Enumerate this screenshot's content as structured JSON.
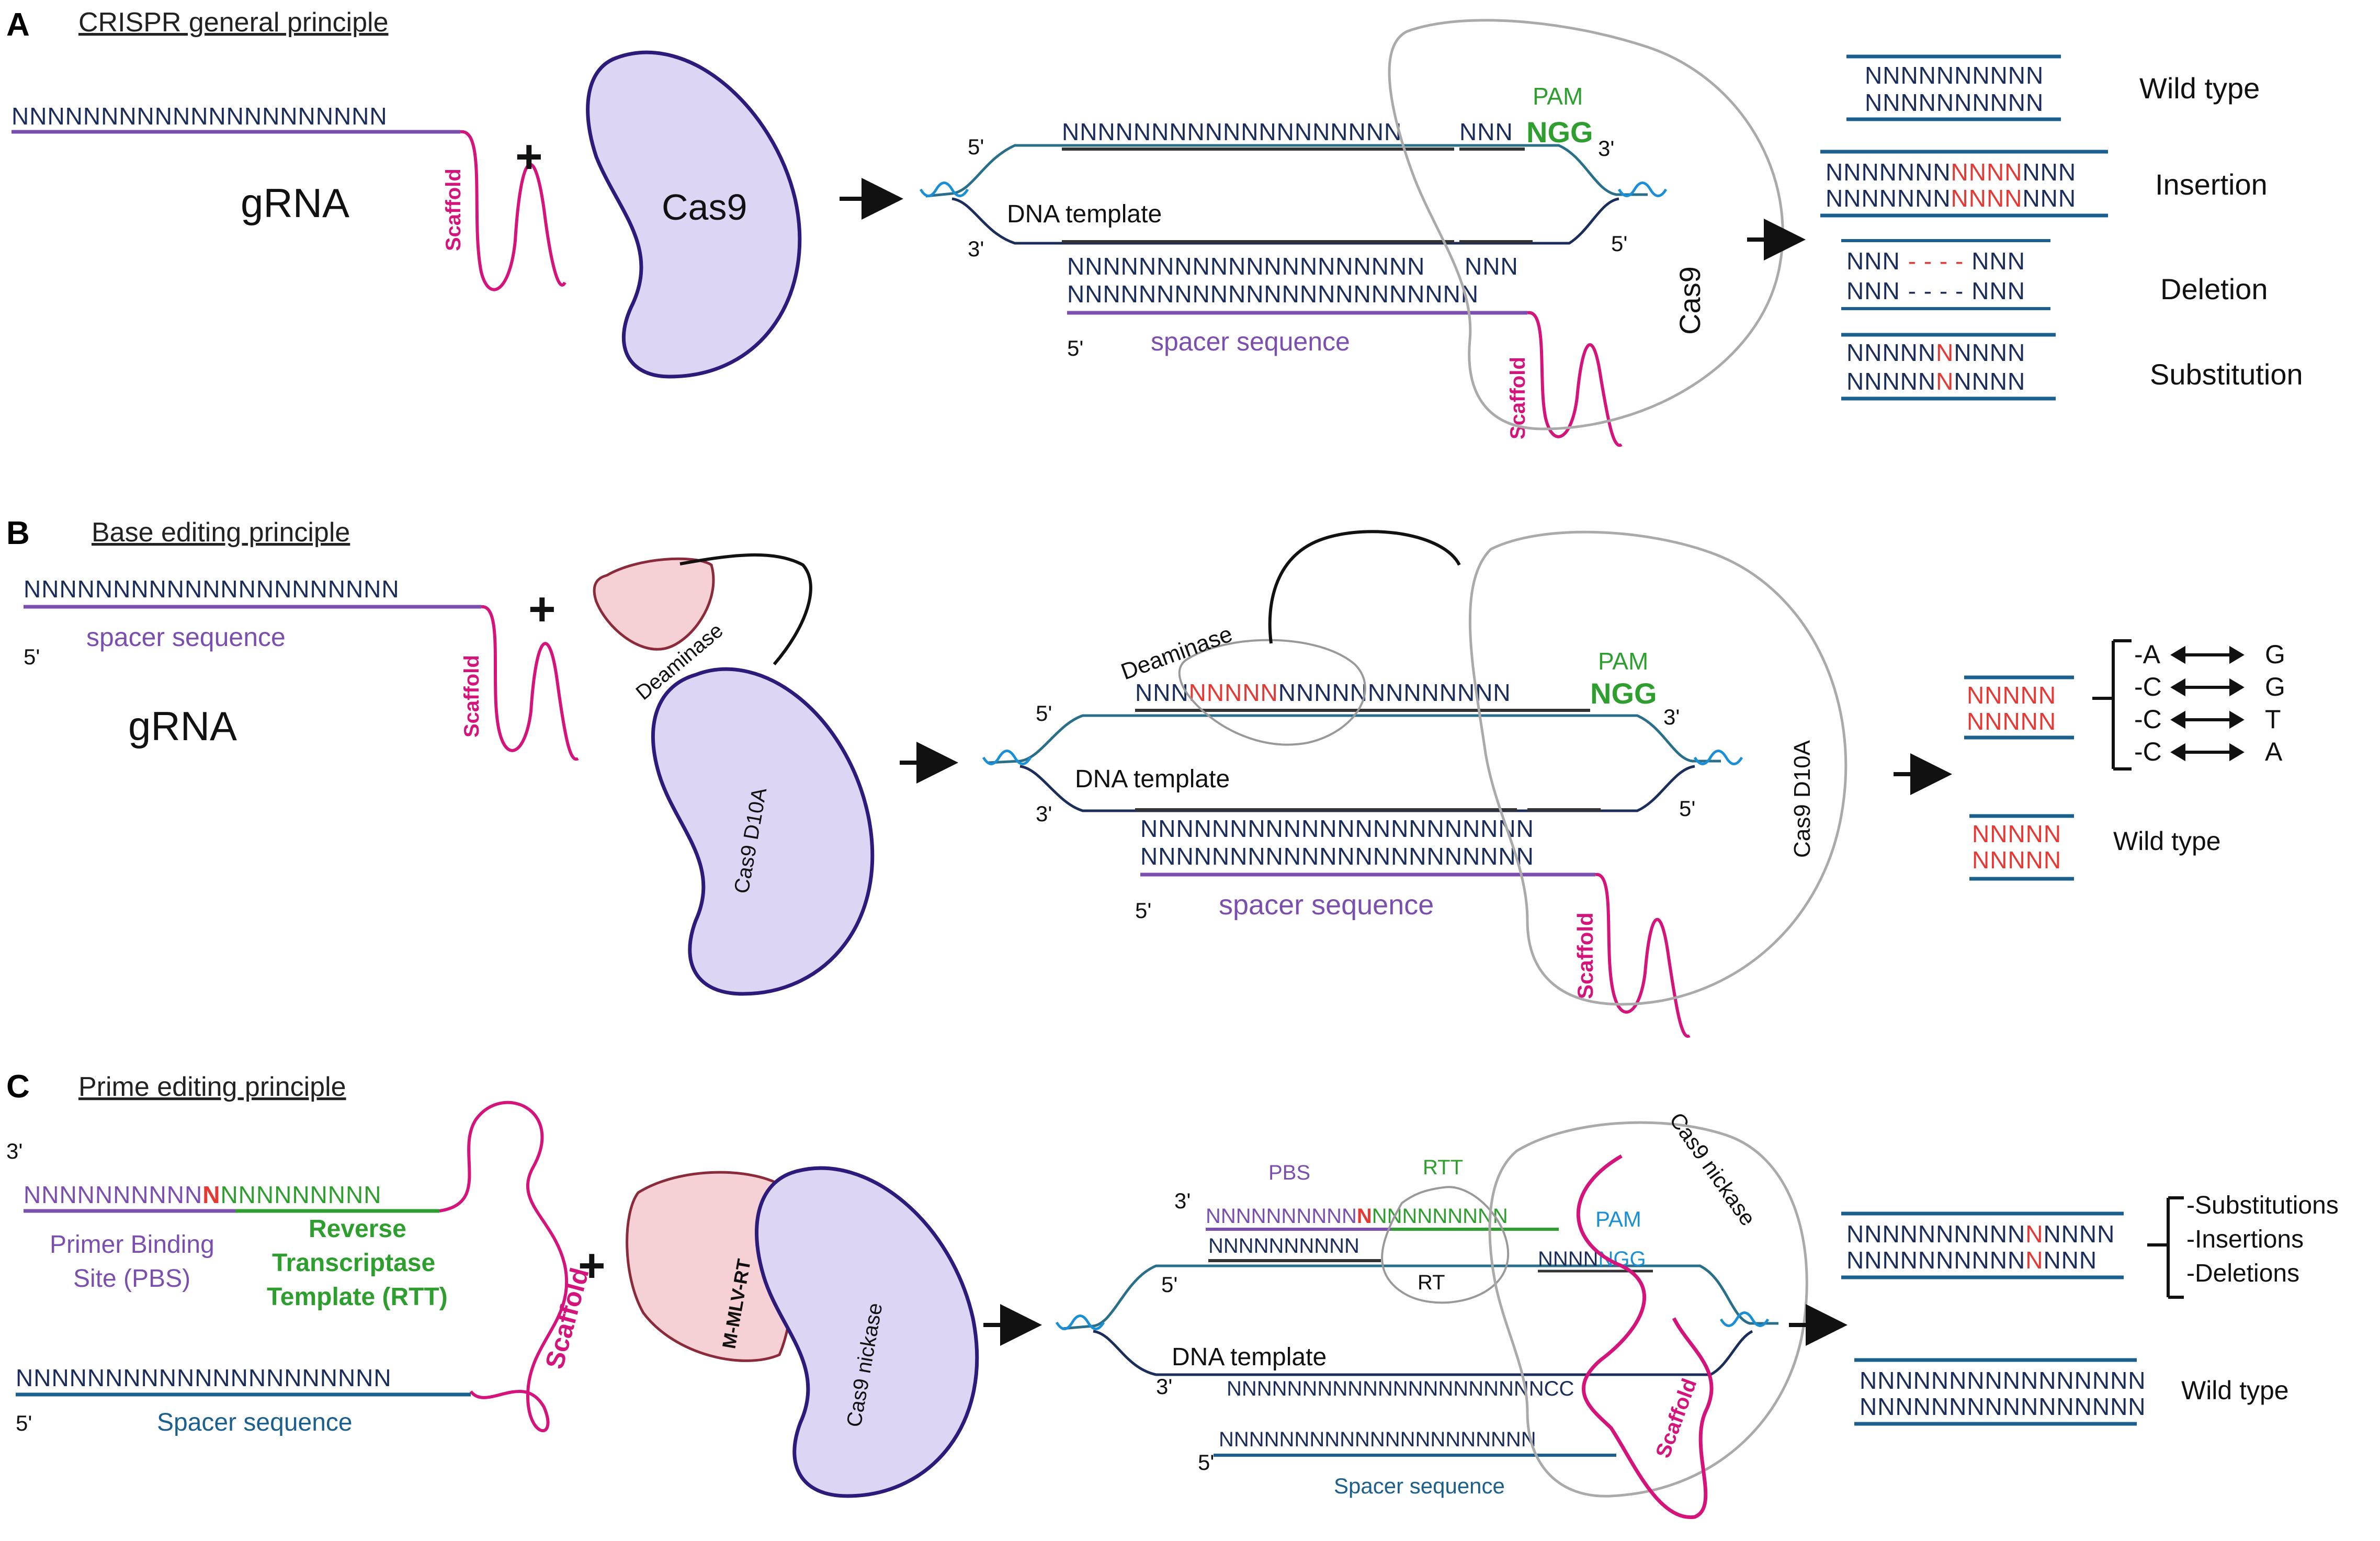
{
  "panelA": {
    "letter": "A",
    "title": "CRISPR general principle",
    "grna_seq": "NNNNNNNNNNNNNNNNNNNNN",
    "grna_label": "gRNA",
    "scaffold": "Scaffold",
    "plus": "+",
    "cas9": "Cas9",
    "pam": "PAM",
    "ngg": "NGG",
    "top_seq": "NNNNNNNNNNNNNNNNNNN",
    "top_seq2": "NNN",
    "bottom_seq1": "NNNNNNNNNNNNNNNNNNNN",
    "bottom_seq1b": "NNN",
    "bottom_seq2": "NNNNNNNNNNNNNNNNNNNNNNN",
    "five_prime": "5'",
    "three_prime": "3'",
    "dna_template": "DNA template",
    "spacer": "spacer sequence",
    "scaffold2": "Scaffold",
    "cas9_side": "Cas9",
    "outcomes": {
      "wt_top": "NNNNNNNNNN",
      "wt_bot": "NNNNNNNNNN",
      "wt_label": "Wild type",
      "ins_a": "NNNNNNN",
      "ins_red": "NNNN",
      "ins_b": "NNN",
      "ins_label": "Insertion",
      "del_a": "NNN",
      "del_gap": "- - - -",
      "del_b": "NNN",
      "del_label": "Deletion",
      "sub_a": "NNNNN",
      "sub_red": "N",
      "sub_b": "NNNN",
      "sub_label": "Substitution"
    }
  },
  "panelB": {
    "letter": "B",
    "title": "Base editing principle",
    "grna_seq": "NNNNNNNNNNNNNNNNNNNNN",
    "spacer": "spacer sequence",
    "five_prime": "5'",
    "three_prime": "3'",
    "grna_label": "gRNA",
    "scaffold": "Scaffold",
    "plus": "+",
    "deaminase": "Deaminase",
    "cas9_d10a": "Cas9  D10A",
    "top_a": "NNN",
    "top_red": "NNNNN",
    "top_b": "NNNNNNNNNNNNN",
    "ngg": "NGG",
    "pam": "PAM",
    "dna_template": "DNA template",
    "bottom1": "NNNNNNNNNNNNNNNNNNNNNN",
    "bottom2": "NNNNNNNNNNNNNNNNNNNNNN",
    "spacer2": "spacer sequence",
    "scaffold2": "Scaffold",
    "deaminase2": "Deaminase",
    "cas9_side": "Cas9  D10A",
    "result_top": "NNNNN",
    "result_bot": "NNNNN",
    "wt_top": "NNNNN",
    "wt_bot": "NNNNN",
    "wt_label": "Wild  type",
    "conversions": [
      "-A",
      "-C",
      "-C",
      "-C"
    ],
    "conversion_targets": [
      "G",
      "G",
      "T",
      "A"
    ]
  },
  "panelC": {
    "letter": "C",
    "title": "Prime editing principle",
    "three_prime": "3'",
    "five_prime": "5'",
    "pbs_seq": "NNNNNNNNNN",
    "red_n": "N",
    "rtt_seq": "NNNNNNNNN",
    "pbs_label_1": "Primer Binding",
    "pbs_label_2": "Site (PBS)",
    "rtt_label_1": "Reverse",
    "rtt_label_2": "Transcriptase",
    "rtt_label_3": "Template (RTT)",
    "scaffold": "Scaffold",
    "spacer_seq": "NNNNNNNNNNNNNNNNNNNNN",
    "spacer_label": "Spacer sequence",
    "plus": "+",
    "mmlv": "M-MLV-RT",
    "cas9_nickase": "Cas9 nickase",
    "pbs": "PBS",
    "rtt": "RTT",
    "top_pbs": "NNNNNNNNNN",
    "top_rtt": "NNNNNNNNN",
    "nicked": "NNNNNNNNNN",
    "rt": "RT",
    "pam": "PAM",
    "nnnngg_a": "NNNN",
    "nnnngg_b": "NGG",
    "dna_template": "DNA template",
    "bottom_strand": "NNNNNNNNNNNNNNNNNNNNNCC",
    "spacer_bottom": "NNNNNNNNNNNNNNNNNNNNN",
    "spacer_label2": "Spacer sequence",
    "cas9_nickase_side": "Cas9 nickase",
    "scaffold2": "Scaffold",
    "result1_a": "NNNNNNNNNN",
    "result1_red": "N",
    "result1_b": "NNNN",
    "result2_a": "NNNNNNNNNN",
    "result2_red": "N",
    "result2_b": "NNN",
    "outcomes": [
      "-Substitutions",
      "-Insertions",
      "-Deletions"
    ],
    "wt_top": "NNNNNNNNNNNNNNNN",
    "wt_bot": "NNNNNNNNNNNNNNNN",
    "wt_label": "Wild  type"
  },
  "colors": {
    "navy": "#1b2d5a",
    "purple": "#7b4fb0",
    "magenta": "#d4147a",
    "green": "#2e9e2e",
    "red": "#e53935",
    "blue": "#1a8fd6",
    "lavender": "#dcd6f4",
    "pink": "#f5d0d4",
    "gray": "#aaaaaa"
  }
}
